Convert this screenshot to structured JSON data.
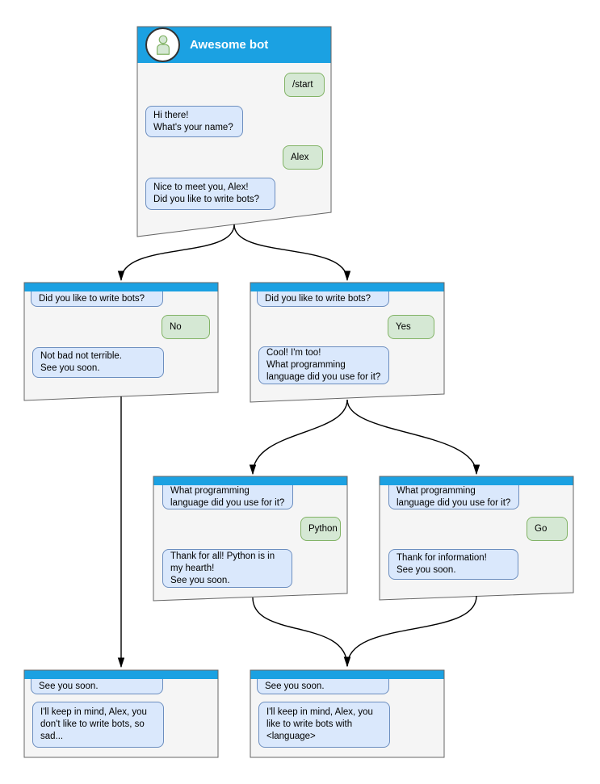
{
  "colors": {
    "header_blue": "#1ba1e2",
    "window_fill": "#f5f5f5",
    "window_border": "#666666",
    "bot_bubble_fill": "#dae8fc",
    "bot_bubble_border": "#6c8ebf",
    "user_bubble_fill": "#d5e8d4",
    "user_bubble_border": "#82b366",
    "arrow_color": "#000000",
    "avatar_ring": "#333333",
    "title_text": "#ffffff"
  },
  "main_window": {
    "title": "Awesome bot",
    "messages": [
      {
        "from": "user",
        "text": "/start"
      },
      {
        "from": "bot",
        "text": "Hi there!\nWhat's your name?"
      },
      {
        "from": "user",
        "text": "Alex"
      },
      {
        "from": "bot",
        "text": "Nice to meet you, Alex!\nDid you like to write bots?"
      }
    ]
  },
  "no_branch_window": {
    "messages": [
      {
        "from": "bot",
        "text": "Did you like to write bots?"
      },
      {
        "from": "user",
        "text": "No"
      },
      {
        "from": "bot",
        "text": "Not bad not terrible.\nSee you soon."
      }
    ]
  },
  "yes_branch_window": {
    "messages": [
      {
        "from": "bot",
        "text": "Did you like to write bots?"
      },
      {
        "from": "user",
        "text": "Yes"
      },
      {
        "from": "bot",
        "text": "Cool! I'm too!\nWhat programming\nlanguage did you use for it?"
      }
    ]
  },
  "python_window": {
    "messages": [
      {
        "from": "bot",
        "text": "What programming\nlanguage did you use for it?"
      },
      {
        "from": "user",
        "text": "Python"
      },
      {
        "from": "bot",
        "text": "Thank for all! Python is in\nmy hearth!\nSee you soon."
      }
    ]
  },
  "go_window": {
    "messages": [
      {
        "from": "bot",
        "text": "What programming\nlanguage did you use for it?"
      },
      {
        "from": "user",
        "text": "Go"
      },
      {
        "from": "bot",
        "text": "Thank for information!\nSee you soon."
      }
    ]
  },
  "end_no_window": {
    "messages": [
      {
        "from": "bot",
        "text": "See you soon."
      },
      {
        "from": "bot",
        "text": "I'll keep in mind, Alex, you\ndon't like to write bots, so\nsad..."
      }
    ]
  },
  "end_yes_window": {
    "messages": [
      {
        "from": "bot",
        "text": "See you soon."
      },
      {
        "from": "bot",
        "text": "I'll keep in mind, Alex, you\nlike to write bots with\n<language>"
      }
    ]
  }
}
